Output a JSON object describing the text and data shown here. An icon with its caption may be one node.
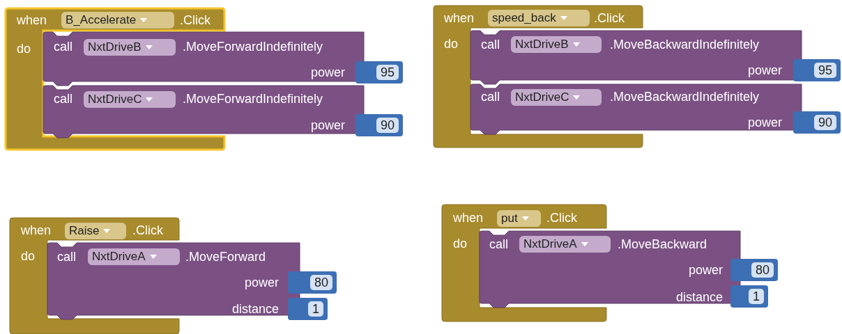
{
  "diagram": {
    "nodes": [
      {
        "text": [
          "when",
          ".Click",
          "do"
        ]
      },
      {
        "text": [
          "B_Accelerate"
        ],
        "in": 0
      },
      {
        "text": [
          "call",
          ".MoveForwardIndefinitely",
          "power"
        ]
      },
      {
        "text": [
          "NxtDriveB"
        ],
        "in": 2
      },
      {
        "text": [
          "95"
        ]
      },
      {
        "text": [
          "call",
          ".MoveForwardIndefinitely",
          "power"
        ]
      },
      {
        "text": [
          "NxtDriveC"
        ],
        "in": 5
      },
      {
        "text": [
          "90"
        ]
      },
      {
        "text": [
          "when",
          ".Click",
          "do"
        ]
      },
      {
        "text": [
          "speed_back"
        ],
        "in": 8
      },
      {
        "text": [
          "call",
          ".MoveBackwardIndefinitely",
          "power"
        ]
      },
      {
        "text": [
          "NxtDriveB"
        ],
        "in": 10
      },
      {
        "text": [
          "95"
        ]
      },
      {
        "text": [
          "call",
          ".MoveBackwardIndefinitely",
          "power"
        ]
      },
      {
        "text": [
          "NxtDriveC"
        ],
        "in": 13
      },
      {
        "text": [
          "90"
        ]
      },
      {
        "text": [
          "when",
          ".Click",
          "do"
        ]
      },
      {
        "text": [
          "Raise"
        ],
        "in": 16
      },
      {
        "text": [
          "call",
          ".MoveForward",
          "power",
          "distance"
        ]
      },
      {
        "text": [
          "NxtDriveA"
        ],
        "in": 18
      },
      {
        "text": [
          "80"
        ]
      },
      {
        "text": [
          "1"
        ]
      },
      {
        "text": [
          "when",
          ".Click",
          "do"
        ]
      },
      {
        "text": [
          "put"
        ],
        "in": 22
      },
      {
        "text": [
          "call",
          ".MoveBackward",
          "power",
          "distance"
        ]
      },
      {
        "text": [
          "NxtDriveA"
        ],
        "in": 24
      },
      {
        "text": [
          "80"
        ]
      },
      {
        "text": [
          "1"
        ]
      }
    ]
  }
}
